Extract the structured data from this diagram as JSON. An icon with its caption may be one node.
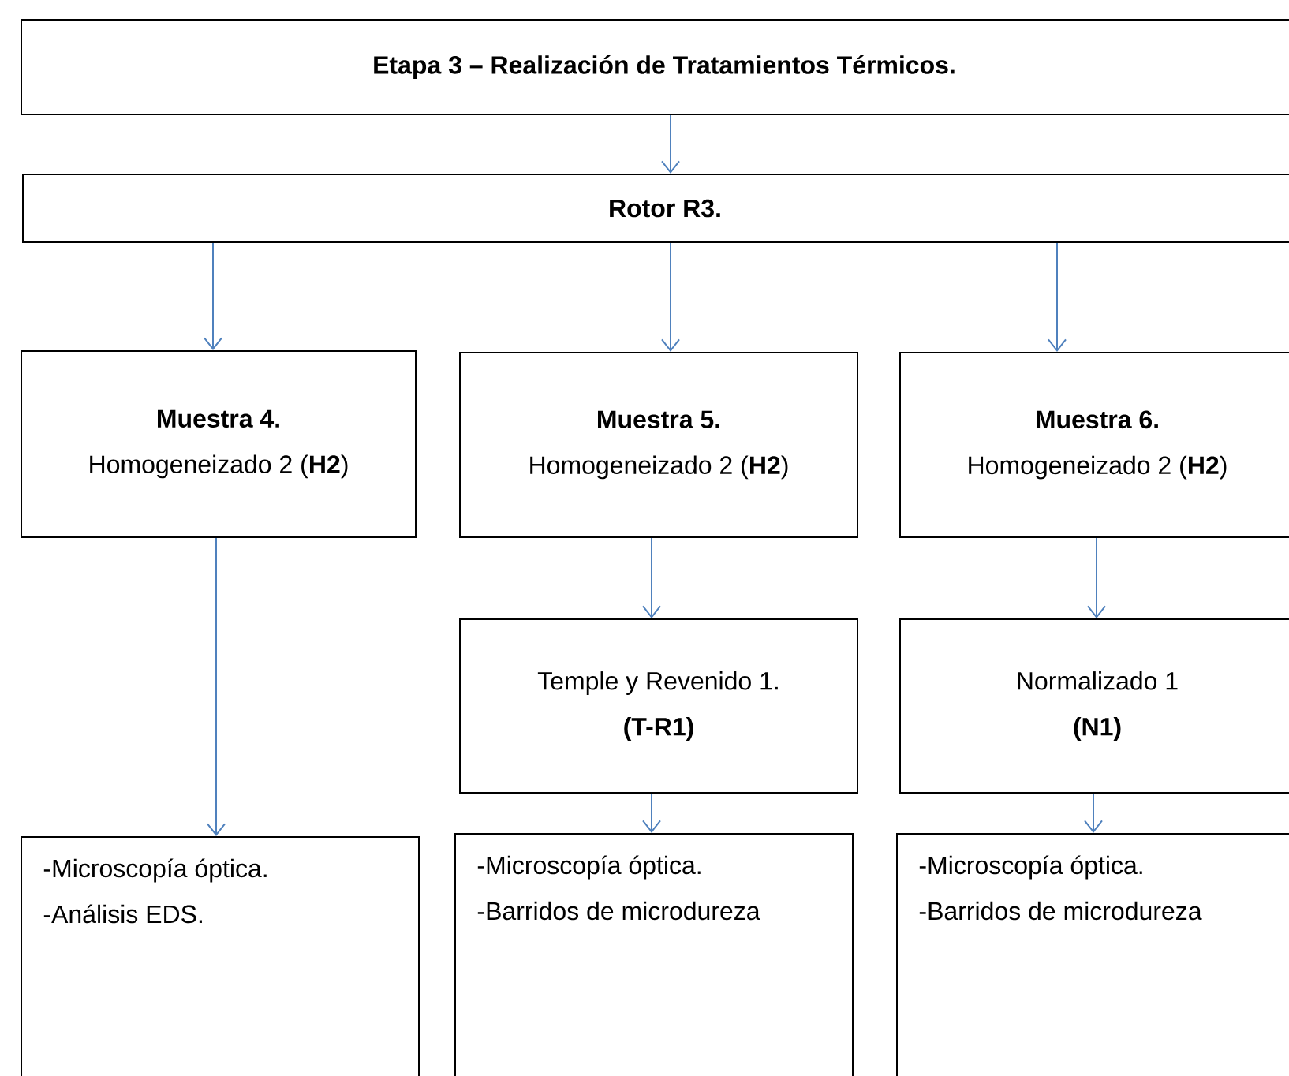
{
  "diagram": {
    "nodes": [
      {
        "text": [
          "Etapa 3 – Realización de Tratamientos Térmicos."
        ]
      },
      {
        "text": [
          "Rotor R3."
        ]
      },
      {
        "text": [
          "Muestra 4.",
          "Homogeneizado 2 (**H2**)"
        ]
      },
      {
        "text": [
          "Muestra 5.",
          "Homogeneizado 2 (**H2**)"
        ]
      },
      {
        "text": [
          "Muestra 6.",
          "Homogeneizado 2 (**H2**)"
        ]
      },
      {
        "text": [
          "Temple y Revenido 1.",
          "(T-R1)"
        ]
      },
      {
        "text": [
          "Normalizado 1",
          "(N1)"
        ]
      },
      {
        "text": [
          "-Microscopía óptica.",
          "-Análisis EDS."
        ]
      },
      {
        "text": [
          "-Microscopía óptica.",
          "-Barridos de microdureza"
        ]
      },
      {
        "text": [
          "-Microscopía óptica.",
          "-Barridos de microdureza"
        ]
      }
    ],
    "edges": [
      {
        "from": 0,
        "to": 1,
        "arrow": "to"
      },
      {
        "from": 1,
        "to": 2,
        "arrow": "to"
      },
      {
        "from": 1,
        "to": 3,
        "arrow": "to"
      },
      {
        "from": 1,
        "to": 4,
        "arrow": "to"
      },
      {
        "from": 2,
        "to": 7,
        "arrow": "to"
      },
      {
        "from": 3,
        "to": 5,
        "arrow": "to"
      },
      {
        "from": 4,
        "to": 6,
        "arrow": "to"
      },
      {
        "from": 5,
        "to": 8,
        "arrow": "to"
      },
      {
        "from": 6,
        "to": 9,
        "arrow": "to"
      }
    ]
  }
}
